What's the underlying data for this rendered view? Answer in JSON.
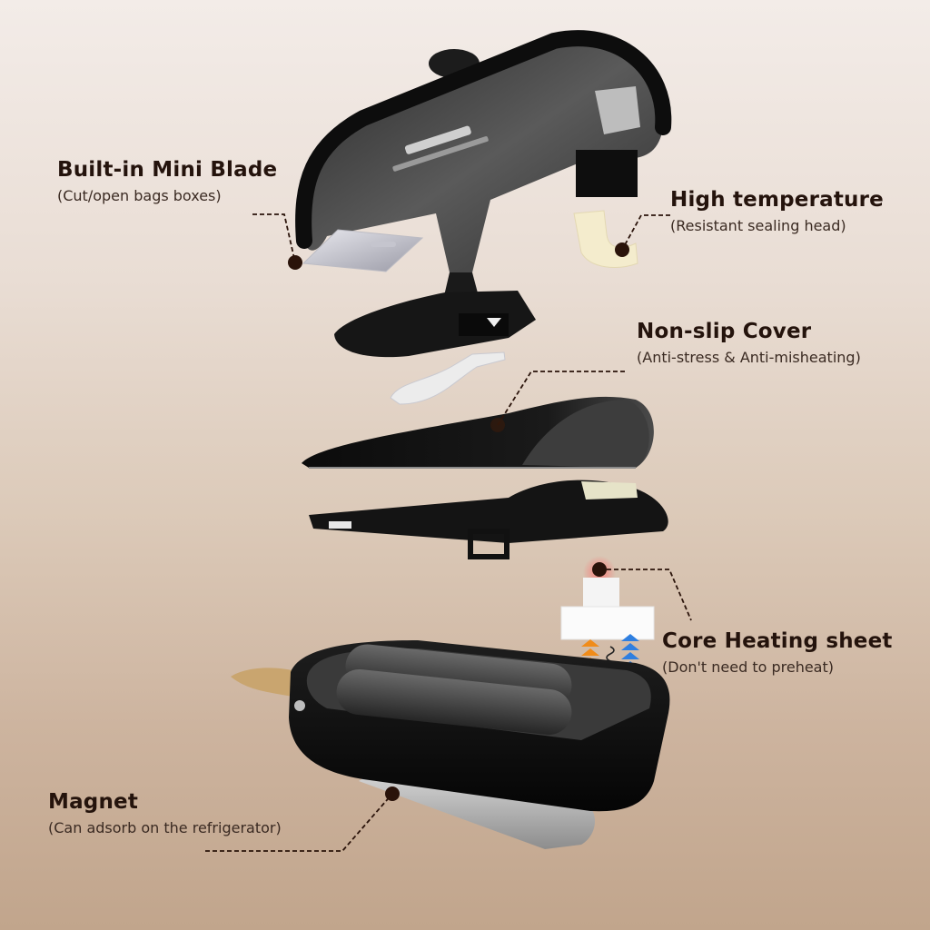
{
  "diagram": {
    "type": "exploded-view",
    "subject": "Handheld heat sealer",
    "background": {
      "top": "#f3ece8",
      "bottom": "#c1a58c"
    },
    "colors": {
      "text": "#24130c",
      "marker": "#2a130a",
      "body": "#111111",
      "heat_up": "#f08c1a",
      "cool_up": "#2f7fe0"
    }
  },
  "callouts": [
    {
      "id": "blade",
      "title": "Built-in Mini Blade",
      "subtitle": "(Cut/open bags boxes)"
    },
    {
      "id": "sealing-head",
      "title": "High temperature",
      "subtitle": "(Resistant sealing head)"
    },
    {
      "id": "cover",
      "title": "Non-slip Cover",
      "subtitle": "(Anti-stress & Anti-misheating)"
    },
    {
      "id": "heating",
      "title": "Core Heating sheet",
      "subtitle": "(Don't need to preheat)"
    },
    {
      "id": "magnet",
      "title": "Magnet",
      "subtitle": "(Can adsorb on the refrigerator)"
    }
  ]
}
